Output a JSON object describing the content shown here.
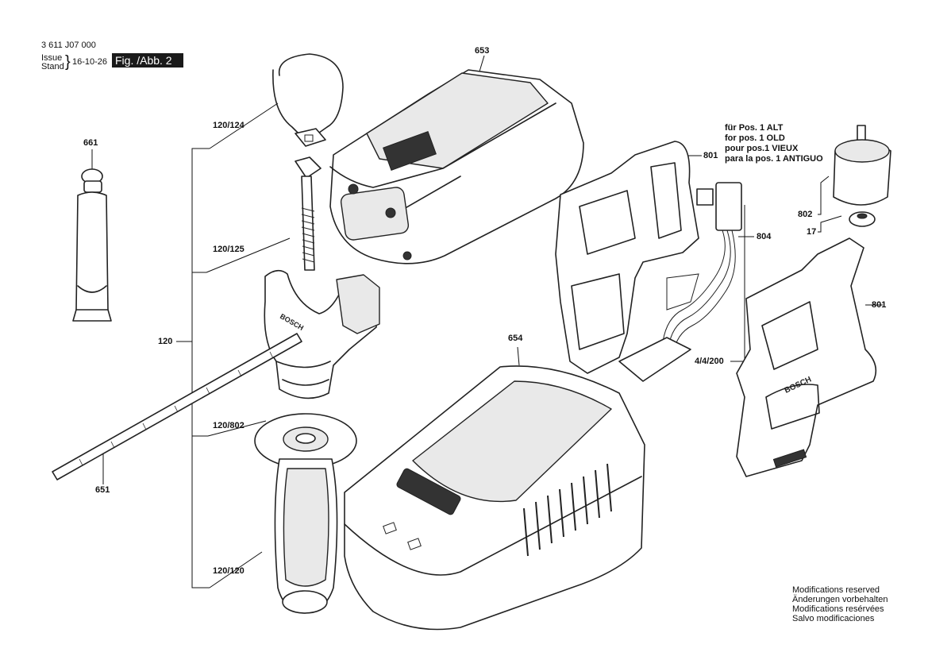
{
  "header": {
    "doc_number": "3 611 J07 000",
    "issue_label": "Issue",
    "stand_label": "Stand",
    "date": "16-10-26",
    "figure_label": "Fig. /Abb. 2"
  },
  "parts": {
    "p653": "653",
    "p661": "661",
    "p120_124": "120/124",
    "p120_125": "120/125",
    "p120": "120",
    "p120_802": "120/802",
    "p120_120": "120/120",
    "p651": "651",
    "p654": "654",
    "p801_top": "801",
    "p801_right": "801",
    "p802": "802",
    "p17": "17",
    "p804": "804",
    "p4_4_200": "4/4/200"
  },
  "position_note": {
    "de": "für Pos. 1 ALT",
    "en": "for pos. 1 OLD",
    "fr": "pour pos.1 VIEUX",
    "es": "para la pos. 1 ANTIGUO"
  },
  "modifications": {
    "en": "Modifications reserved",
    "de": "Änderungen vorbehalten",
    "fr": "Modifications resérvées",
    "es": "Salvo modificaciones"
  },
  "brand_mark": "BOSCH"
}
